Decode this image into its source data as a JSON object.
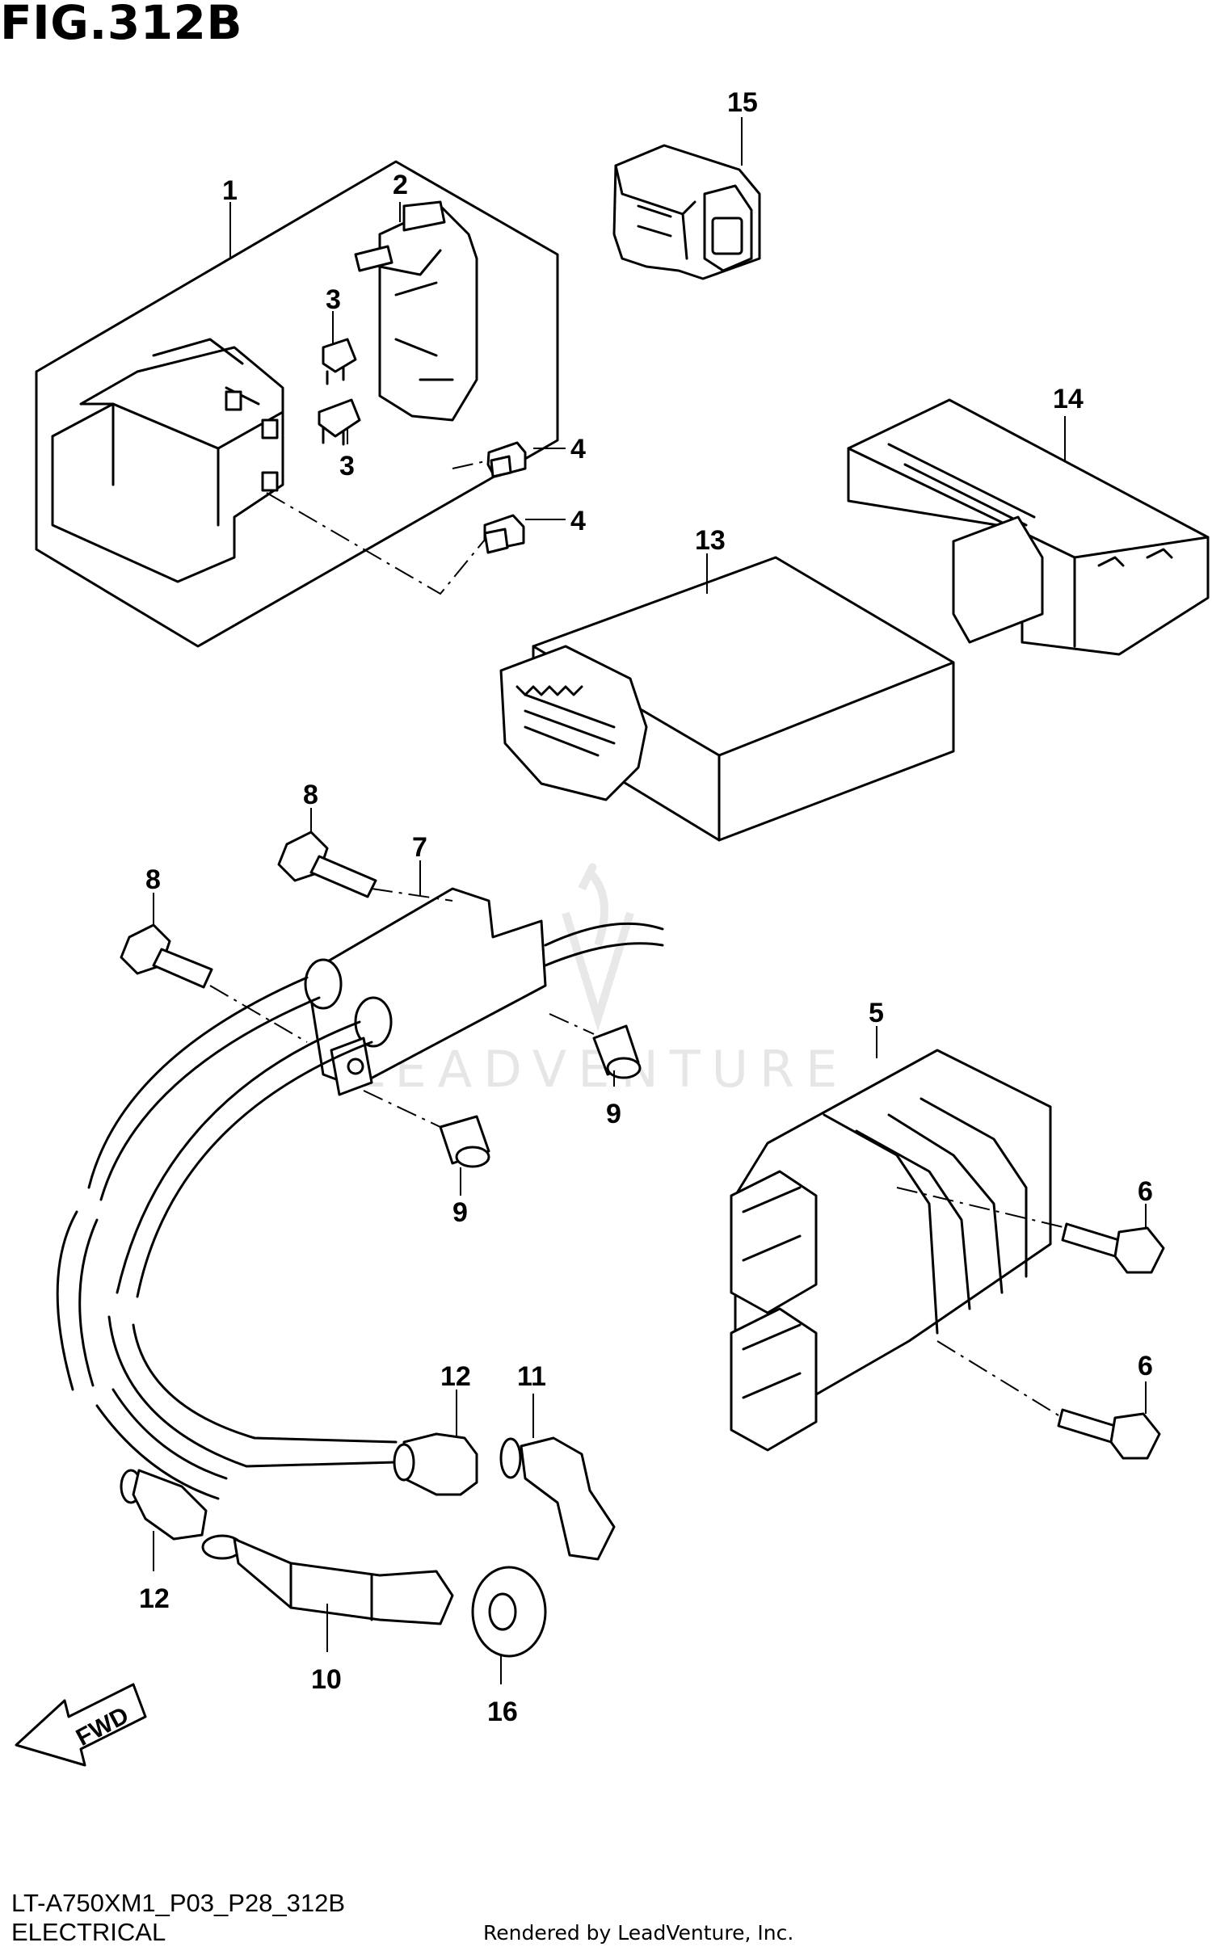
{
  "figure": {
    "title": "FIG.312B",
    "model_code": "LT-A750XM1_P03_P28_312B",
    "section_name": "ELECTRICAL",
    "credit": "Rendered by LeadVenture, Inc.",
    "watermark": "LEADVENTURE",
    "direction_label": "FWD"
  },
  "callouts": [
    {
      "id": "c1",
      "label": "1"
    },
    {
      "id": "c2",
      "label": "2"
    },
    {
      "id": "c3a",
      "label": "3"
    },
    {
      "id": "c3b",
      "label": "3"
    },
    {
      "id": "c4a",
      "label": "4"
    },
    {
      "id": "c4b",
      "label": "4"
    },
    {
      "id": "c5",
      "label": "5"
    },
    {
      "id": "c6a",
      "label": "6"
    },
    {
      "id": "c6b",
      "label": "6"
    },
    {
      "id": "c7",
      "label": "7"
    },
    {
      "id": "c8a",
      "label": "8"
    },
    {
      "id": "c8b",
      "label": "8"
    },
    {
      "id": "c9a",
      "label": "9"
    },
    {
      "id": "c9b",
      "label": "9"
    },
    {
      "id": "c10",
      "label": "10"
    },
    {
      "id": "c11",
      "label": "11"
    },
    {
      "id": "c12a",
      "label": "12"
    },
    {
      "id": "c12b",
      "label": "12"
    },
    {
      "id": "c13",
      "label": "13"
    },
    {
      "id": "c14",
      "label": "14"
    },
    {
      "id": "c15",
      "label": "15"
    },
    {
      "id": "c16",
      "label": "16"
    }
  ]
}
